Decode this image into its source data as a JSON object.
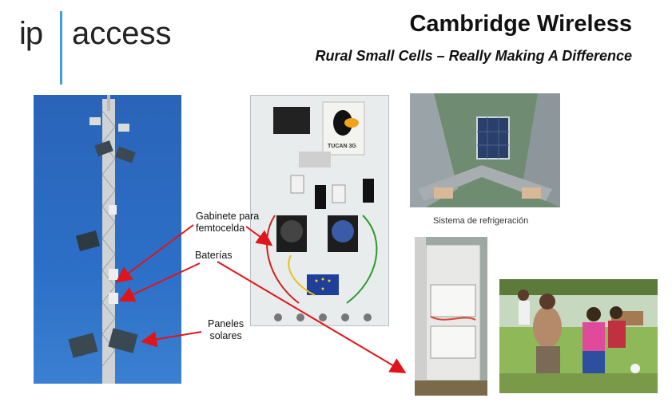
{
  "logo": {
    "part1": "ip",
    "part2": "access"
  },
  "title": "Cambridge Wireless",
  "subtitle": "Rural Small Cells – Really Making A Difference",
  "labels": {
    "gabinete_line1": "Gabinete para",
    "gabinete_line2": "femtocelda",
    "baterias": "Baterías",
    "paneles_line1": "Paneles",
    "paneles_line2": "solares",
    "cooling": "Sistema de refrigeración"
  },
  "cabinet_device_text": "TUCAN 3G",
  "colors": {
    "arrow": "#e0141b",
    "sky": "#2c6fc7",
    "logo_bar": "#3fa0d8"
  }
}
